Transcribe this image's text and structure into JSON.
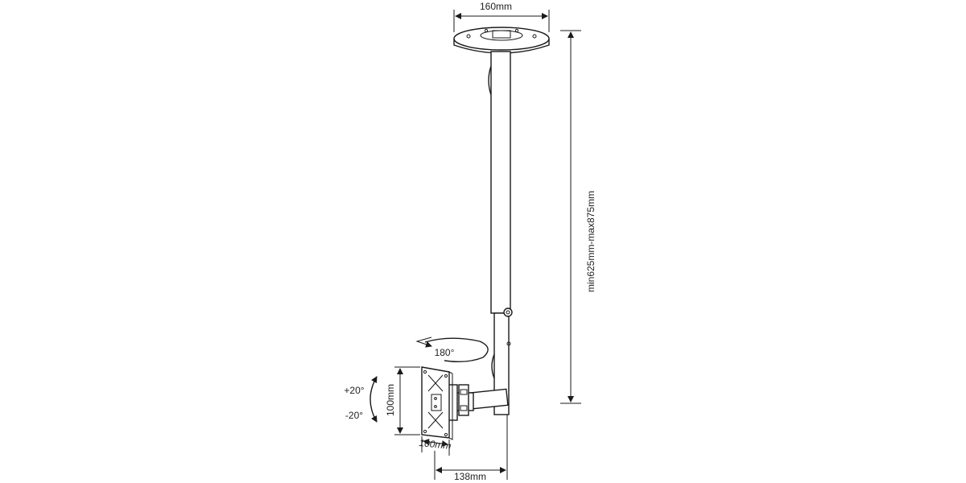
{
  "dimensions": {
    "plate_width": "160mm",
    "height_range": "min625mm-max875mm",
    "swivel": "180°",
    "tilt_up": "+20°",
    "tilt_down": "-20°",
    "vesa_height": "100mm",
    "vesa_width": "100mm",
    "arm_depth": "138mm"
  },
  "colors": {
    "line": "#1a1a1a",
    "background": "#ffffff"
  }
}
